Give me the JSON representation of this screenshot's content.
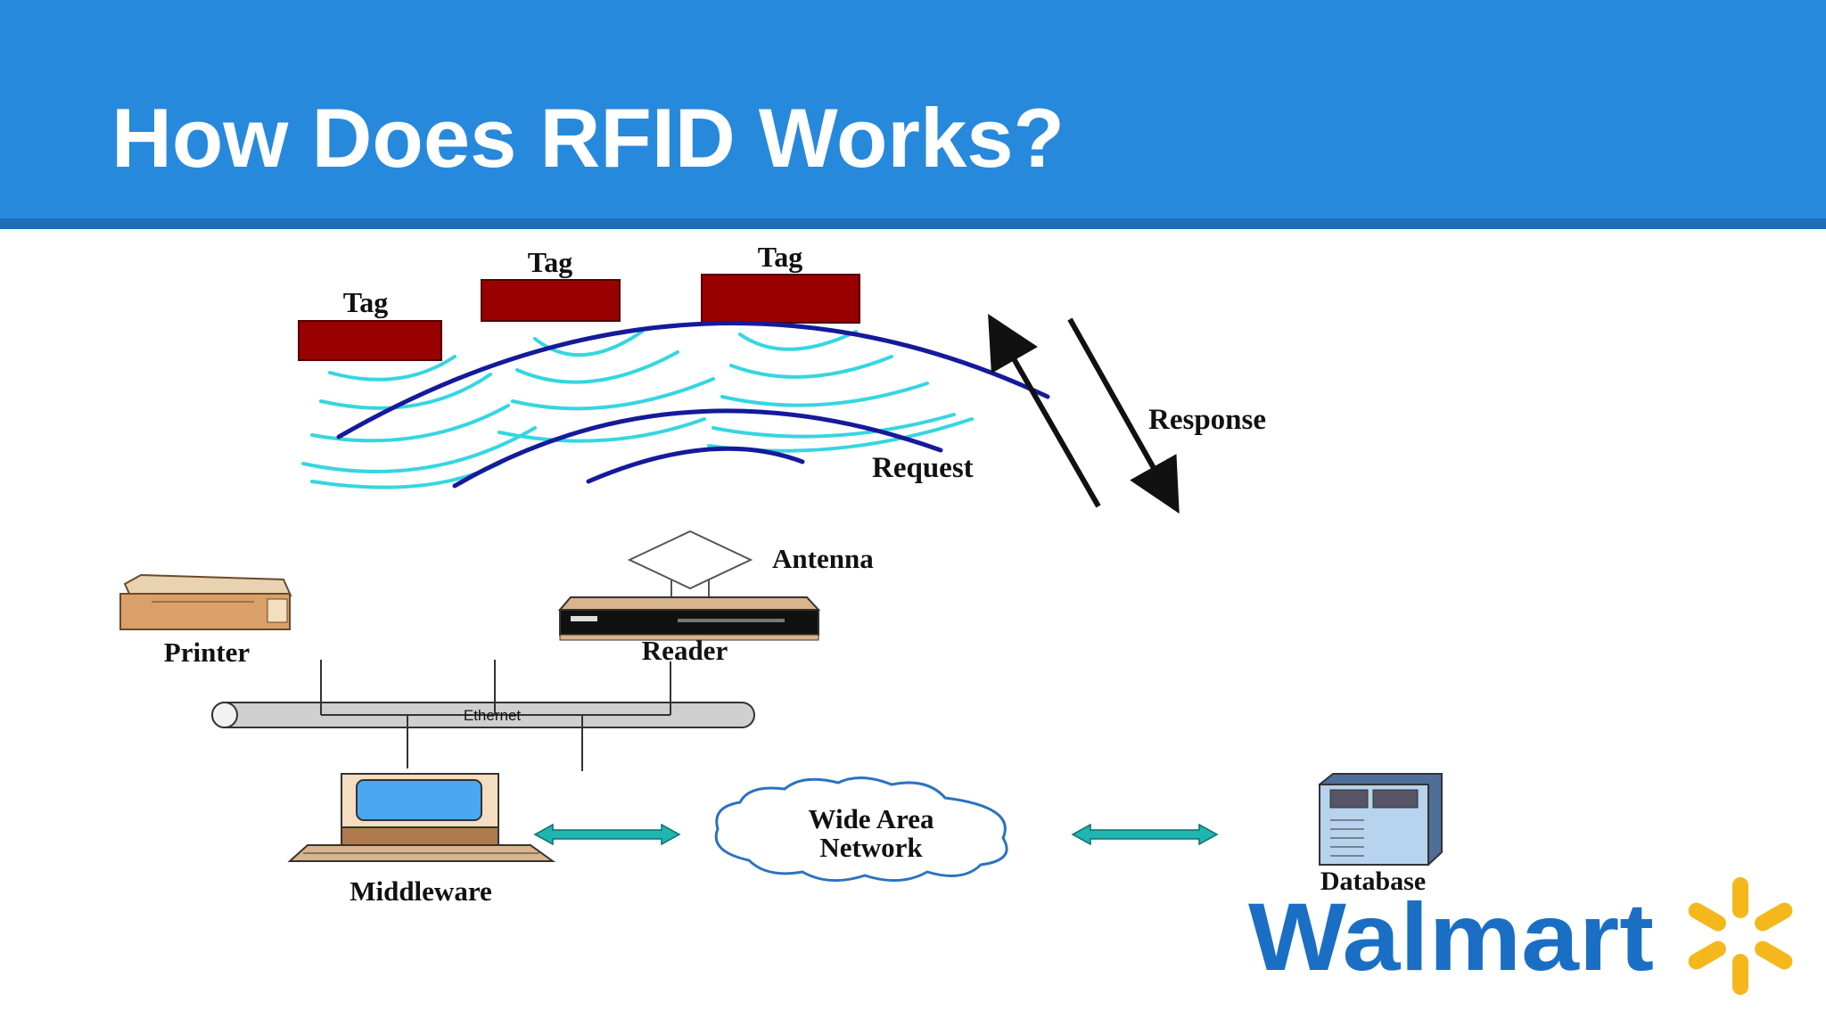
{
  "slide": {
    "title": "How Does RFID Works?"
  },
  "diagram": {
    "tags": [
      "Tag",
      "Tag",
      "Tag"
    ],
    "request_label": "Request",
    "response_label": "Response",
    "antenna_label": "Antenna",
    "reader_label": "Reader",
    "printer_label": "Printer",
    "ethernet_label": "Ethernet",
    "middleware_label": "Middleware",
    "wan_line1": "Wide Area",
    "wan_line2": "Network",
    "database_label": "Database"
  },
  "logo": {
    "text": "Walmart",
    "text_color": "#1a6fc4",
    "spark_color": "#f5b81c"
  },
  "colors": {
    "header": "#2789dc",
    "tag_fill": "#990000",
    "wave_light": "#35d6e0",
    "wave_dark": "#151a9a",
    "teal_arrow": "#1fb5b0"
  }
}
